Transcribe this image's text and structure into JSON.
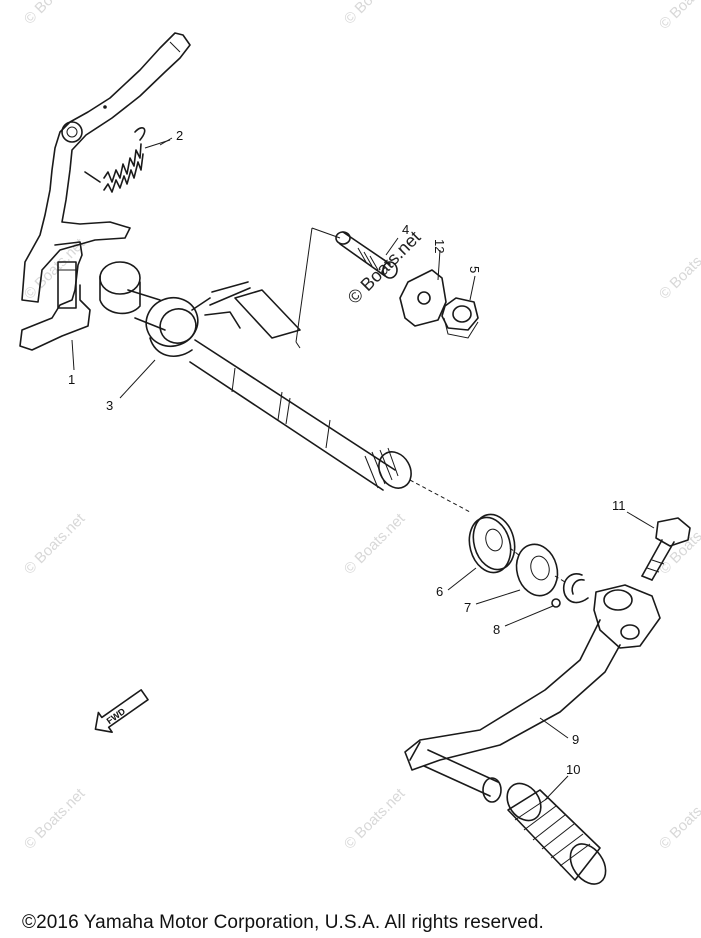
{
  "watermark": "© Boats.net",
  "center_watermark": "© Boats.net",
  "fwd_label": "FWD",
  "copyright": "©2016 Yamaha Motor Corporation, U.S.A. All rights reserved.",
  "callouts": {
    "p1": "1",
    "p2": "2",
    "p3": "3",
    "p4": "4",
    "p5": "5",
    "p6": "6",
    "p7": "7",
    "p8": "8",
    "p9": "9",
    "p10": "10",
    "p11": "11",
    "p12": "12"
  }
}
